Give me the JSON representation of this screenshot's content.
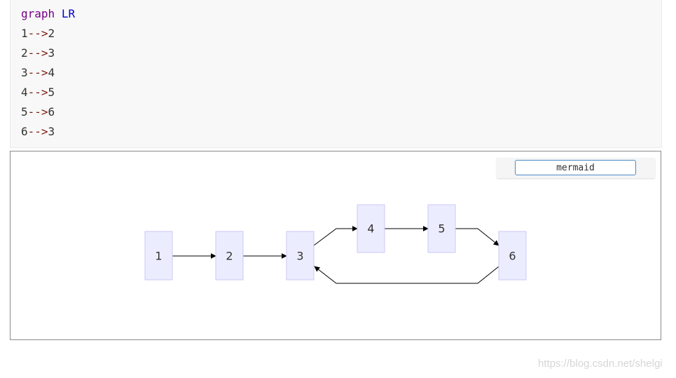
{
  "code": {
    "header": {
      "keyword": "graph",
      "direction": "LR"
    },
    "edges": [
      {
        "from": "1",
        "op": "-->",
        "to": "2"
      },
      {
        "from": "2",
        "op": "-->",
        "to": "3"
      },
      {
        "from": "3",
        "op": "-->",
        "to": "4"
      },
      {
        "from": "4",
        "op": "-->",
        "to": "5"
      },
      {
        "from": "5",
        "op": "-->",
        "to": "6"
      },
      {
        "from": "6",
        "op": "-->",
        "to": "3"
      }
    ]
  },
  "preview": {
    "language_value": "mermaid",
    "nodes": [
      "1",
      "2",
      "3",
      "4",
      "5",
      "6"
    ],
    "node_fill": "#ececff",
    "node_stroke": "#c9c9f7"
  },
  "watermark": "https://blog.csdn.net/shelgi",
  "colors": {
    "keyword": "#770088",
    "direction": "#0000cc",
    "operator": "#7a1b0c",
    "code_background": "#f8f8f8",
    "input_border": "#4a8bc9"
  }
}
